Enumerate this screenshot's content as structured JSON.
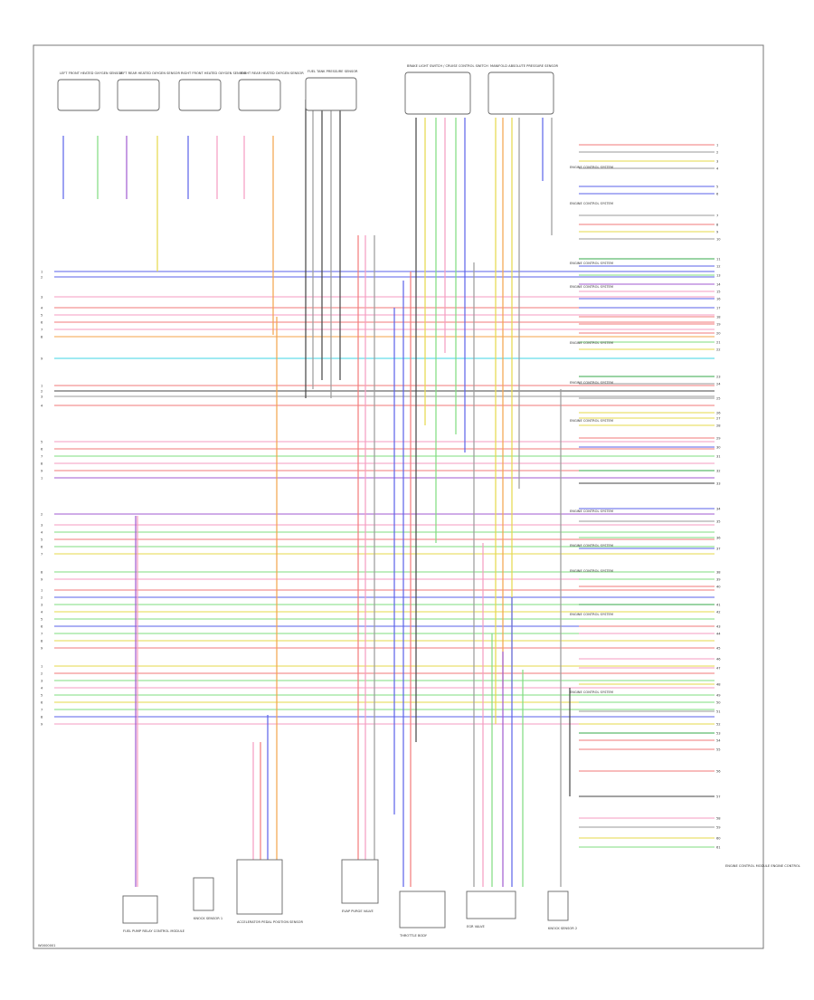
{
  "diagram": {
    "title_block": "ENGINE CONTROL MODULE ENGINE CONTROL",
    "figure_id": "W0000001",
    "top_components": [
      {
        "id": "lf-o2",
        "label": "LEFT FRONT HEATED OXYGEN SENSOR",
        "sub": "SENSOR"
      },
      {
        "id": "lr-o2",
        "label": "LEFT REAR HEATED OXYGEN SENSOR",
        "sub": "SENSOR"
      },
      {
        "id": "rf-o2",
        "label": "RIGHT FRONT HEATED OXYGEN SENSOR",
        "sub": "SENSOR"
      },
      {
        "id": "rr-o2",
        "label": "RIGHT REAR HEATED OXYGEN SENSOR",
        "sub": "SENSOR"
      },
      {
        "id": "fuel-tank",
        "label": "FUEL TANK PRESSURE SENSOR"
      },
      {
        "id": "brake-sw",
        "label": "BRAKE LIGHT SWITCH / CRUISE CONTROL SWITCH"
      },
      {
        "id": "map-sensor",
        "label": "MANIFOLD ABSOLUTE PRESSURE SENSOR"
      }
    ],
    "bottom_components": [
      {
        "id": "fuel-pump",
        "label": "FUEL PUMP RELAY CONTROL MODULE"
      },
      {
        "id": "knock-1",
        "label": "KNOCK SENSOR 1"
      },
      {
        "id": "throttle-pos",
        "label": "ACCELERATOR PEDAL POSITION SENSOR"
      },
      {
        "id": "purge",
        "label": "EVAP PURGE VALVE"
      },
      {
        "id": "throttle-body",
        "label": "THROTTLE BODY"
      },
      {
        "id": "egr",
        "label": "EGR VALVE"
      },
      {
        "id": "knock-2",
        "label": "KNOCK SENSOR 2"
      }
    ],
    "right_labels": [
      "ENGINE CONTROL SYSTEM",
      "ENGINE CONTROL SYSTEM",
      "ENGINE CONTROL SYSTEM",
      "ENGINE CONTROL SYSTEM",
      "ENGINE CONTROL SYSTEM",
      "ENGINE CONTROL SYSTEM",
      "ENGINE CONTROL SYSTEM",
      "ENGINE CONTROL SYSTEM",
      "ENGINE CONTROL SYSTEM",
      "ENGINE CONTROL SYSTEM",
      "ENGINE CONTROL SYSTEM",
      "ENGINE CONTROL SYSTEM"
    ]
  },
  "colors": {
    "red": "#f27a7a",
    "pink": "#f59bc0",
    "blue": "#5a62e8",
    "violet": "#a05ad0",
    "green": "#7fdc7f",
    "darkgreen": "#36a84a",
    "yellow": "#e6d84a",
    "orange": "#f4a34a",
    "cyan": "#3fd6e6",
    "gray": "#9a9a9a",
    "black": "#444444",
    "brown": "#b08a5a"
  }
}
